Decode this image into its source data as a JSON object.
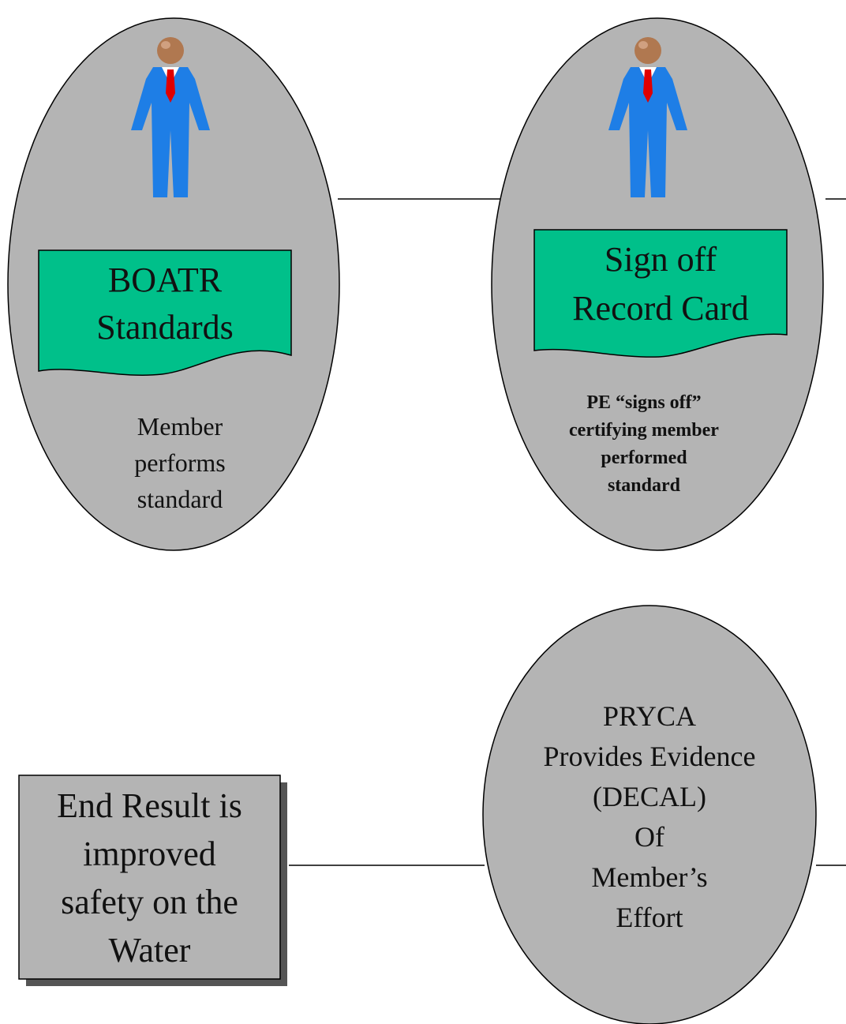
{
  "nodes": {
    "boatr": {
      "doc_lines": [
        "BOATR",
        "Standards"
      ],
      "desc_lines": [
        "Member",
        "performs",
        "standard"
      ]
    },
    "signoff": {
      "doc_lines": [
        "Sign off",
        "Record Card"
      ],
      "desc_lines": [
        "PE “signs off”",
        "certifying member",
        "performed",
        "standard"
      ]
    },
    "pryca": {
      "lines": [
        "PRYCA",
        "Provides Evidence",
        "(DECAL)",
        "Of",
        "Member’s",
        "Effort"
      ]
    },
    "end_result": {
      "lines": [
        "End Result is",
        "improved",
        "safety on the",
        "Water"
      ]
    }
  },
  "colors": {
    "oval_fill": "#b4b4b4",
    "document_fill": "#00c08a",
    "box_fill": "#b4b4b4",
    "suit": "#1e7ee6",
    "tie": "#e00000",
    "head": "#b07850",
    "line": "#000000"
  },
  "icons": [
    "person-icon",
    "person-icon"
  ]
}
